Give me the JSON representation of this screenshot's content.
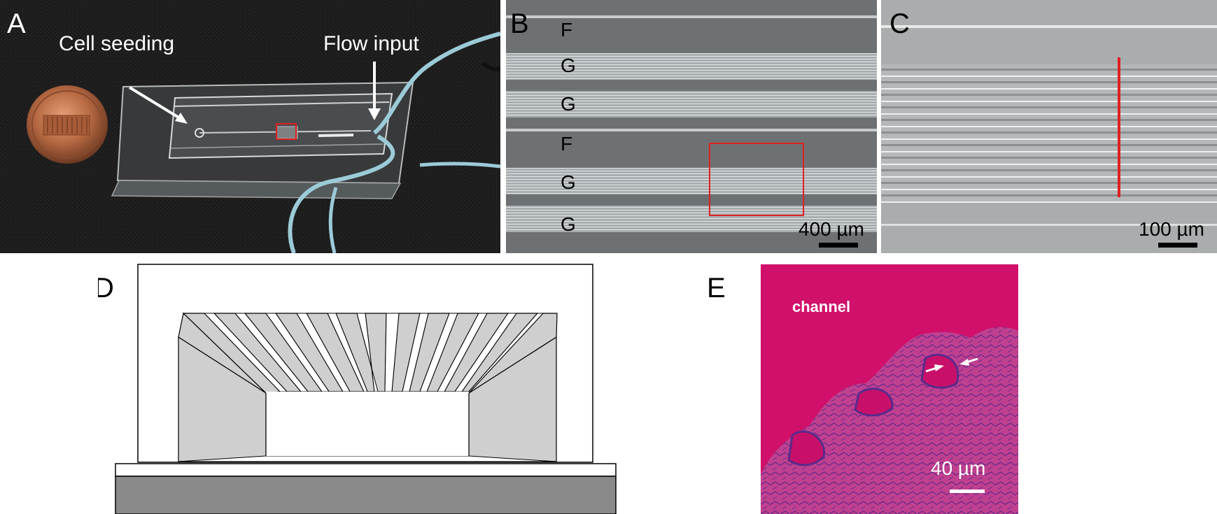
{
  "panels": {
    "a": {
      "label": "A",
      "annotations": {
        "cell_seeding": "Cell seeding",
        "flow_input": "Flow input"
      }
    },
    "b": {
      "label": "B",
      "rows": [
        "F",
        "G",
        "G",
        "F",
        "G",
        "G"
      ],
      "scale_bar": "400 µm"
    },
    "c": {
      "label": "C",
      "scale_bar": "100 µm"
    },
    "d": {
      "label": "D"
    },
    "e": {
      "label": "E",
      "region_label": "channel",
      "scale_bar": "40 µm"
    }
  },
  "colors": {
    "highlight_box": "#e02020",
    "red_line": "#e02020",
    "stain_magenta": "#d0106a",
    "schematic_gray": "#cfcfcf",
    "base_dark": "#8a8a8a"
  }
}
